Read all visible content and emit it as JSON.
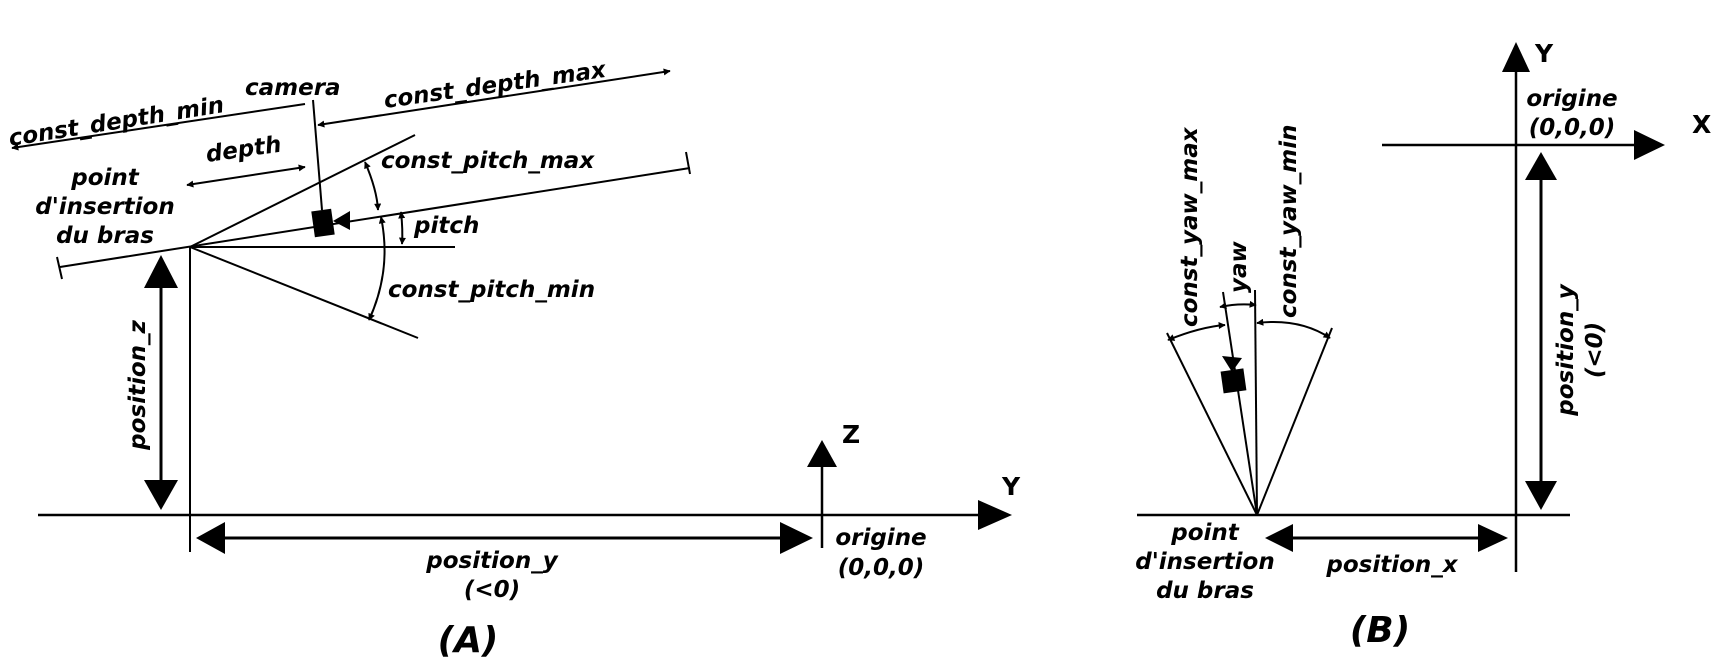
{
  "panel_a": {
    "caption": "(A)",
    "labels": {
      "camera": "camera",
      "const_depth_min": "const_depth_min",
      "const_depth_max": "const_depth_max",
      "depth": "depth",
      "const_pitch_max": "const_pitch_max",
      "const_pitch_min": "const_pitch_min",
      "pitch": "pitch",
      "insertion_1": "point",
      "insertion_2": "d'insertion",
      "insertion_3": "du bras",
      "position_z": "position_z",
      "position_y": "position_y",
      "position_y_note": "(<0)",
      "origin": "origine",
      "origin_coords": "(0,0,0)",
      "axis_z": "Z",
      "axis_y": "Y"
    }
  },
  "panel_b": {
    "caption": "(B)",
    "labels": {
      "const_yaw_max": "const_yaw_max",
      "yaw": "yaw",
      "const_yaw_min": "const_yaw_min",
      "insertion_1": "point",
      "insertion_2": "d'insertion",
      "insertion_3": "du bras",
      "position_x": "position_x",
      "position_y": "position_y",
      "position_y_note": "(<0)",
      "origin": "origine",
      "origin_coords": "(0,0,0)",
      "axis_x": "X",
      "axis_y": "Y"
    }
  },
  "colors": {
    "ink": "#000000",
    "background": "#ffffff"
  }
}
